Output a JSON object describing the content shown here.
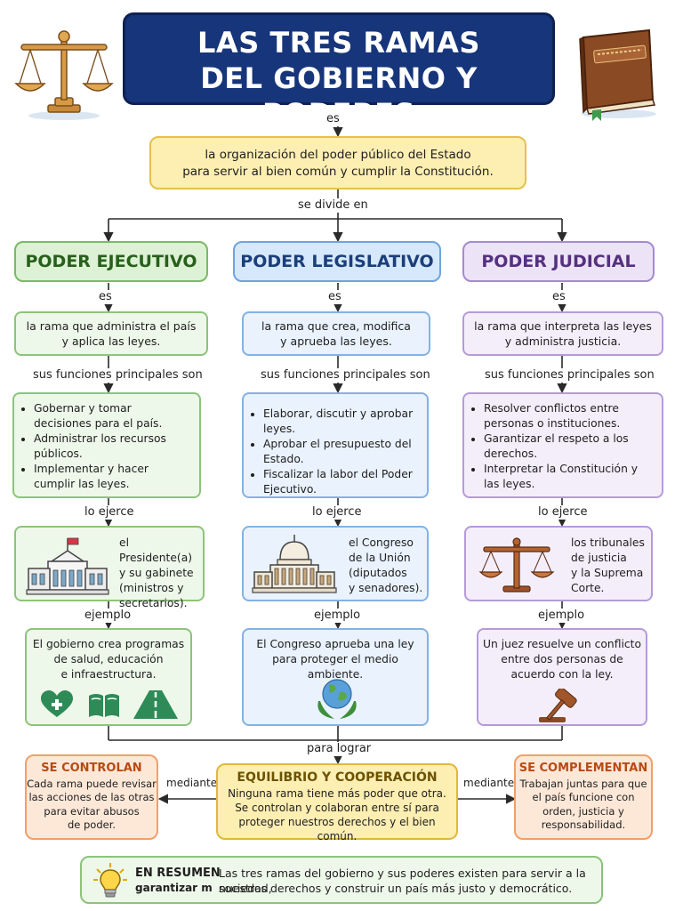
{
  "title": {
    "line1": "LAS TRES RAMAS",
    "line2": "DEL GOBIERNO Y PODERES"
  },
  "connectors": {
    "es": "es",
    "se_divide": "se divide en",
    "funciones": "sus funciones principales son",
    "lo_ejerce": "lo ejerce",
    "ejemplo": "ejemplo",
    "para_lograr": "para lograr",
    "mediante": "mediante"
  },
  "definition": {
    "line1": "la organización del poder público del Estado",
    "line2": "para servir al bien común y cumplir la Constitución."
  },
  "branches": [
    {
      "name": "PODER EJECUTIVO",
      "desc": [
        "la rama que administra el país",
        "y aplica las leyes."
      ],
      "functions": [
        "Gobernar y tomar decisiones para el país.",
        "Administrar los recursos públicos.",
        "Implementar y hacer cumplir las leyes."
      ],
      "who": [
        "el Presidente(a)",
        "y su gabinete",
        "(ministros y",
        "secretarios)."
      ],
      "example": [
        "El gobierno crea programas",
        "de salud, educación",
        "e infraestructura."
      ]
    },
    {
      "name": "PODER LEGISLATIVO",
      "desc": [
        "la rama que crea, modifica",
        "y aprueba las leyes."
      ],
      "functions": [
        "Elaborar, discutir y aprobar leyes.",
        "Aprobar el presupuesto del Estado.",
        "Fiscalizar la labor del Poder Ejecutivo."
      ],
      "who": [
        "el Congreso",
        "de la Unión",
        "(diputados",
        "y senadores)."
      ],
      "example": [
        "El Congreso aprueba una ley",
        "para proteger el medio ambiente."
      ]
    },
    {
      "name": "PODER JUDICIAL",
      "desc": [
        "la rama que interpreta las leyes",
        "y administra justicia."
      ],
      "functions": [
        "Resolver conflictos entre personas o instituciones.",
        "Garantizar el respeto a los derechos.",
        "Interpretar la Constitución y las leyes."
      ],
      "who": [
        "los tribunales",
        "de justicia",
        "y la Suprema",
        "Corte."
      ],
      "example": [
        "Un juez resuelve un conflicto",
        "entre dos personas de",
        "acuerdo con la ley."
      ]
    }
  ],
  "controlan": {
    "title": "SE CONTROLAN",
    "lines": [
      "Cada rama puede revisar",
      "las acciones de las otras",
      "para evitar abusos",
      "de poder."
    ]
  },
  "equilibrio": {
    "title": "EQUILIBRIO Y COOPERACIÓN",
    "lines": [
      "Ninguna rama tiene más poder que otra.",
      "Se controlan y colaboran entre sí para",
      "proteger nuestros derechos y el bien común."
    ]
  },
  "complementan": {
    "title": "SE COMPLEMENTAN",
    "lines": [
      "Trabajan juntas para que",
      "el país funcione con",
      "orden, justicia y",
      "responsabilidad."
    ]
  },
  "summary": {
    "label1": "EN RESUMEN",
    "label2": "garantizar m",
    "line1": "Las tres ramas del gobierno y sus poderes existen para servir a la sociedad,",
    "line2": "nuestros derechos y construir un país más justo y democrático."
  },
  "icons": {
    "scales": "scales-icon",
    "book": "constitution-book-icon",
    "building": "government-building-icon",
    "capitol": "capitol-icon",
    "heart": "health-heart-icon",
    "open_book": "education-book-icon",
    "road": "road-icon",
    "globe": "globe-icon",
    "gavel": "gavel-icon",
    "bulb": "lightbulb-icon"
  },
  "colors": {
    "title_bg": "#17357a",
    "green": "#79ba66",
    "blue": "#6fa4dc",
    "purple": "#a68ad0",
    "yellow": "#e4c14a",
    "orange": "#f0a06a"
  }
}
